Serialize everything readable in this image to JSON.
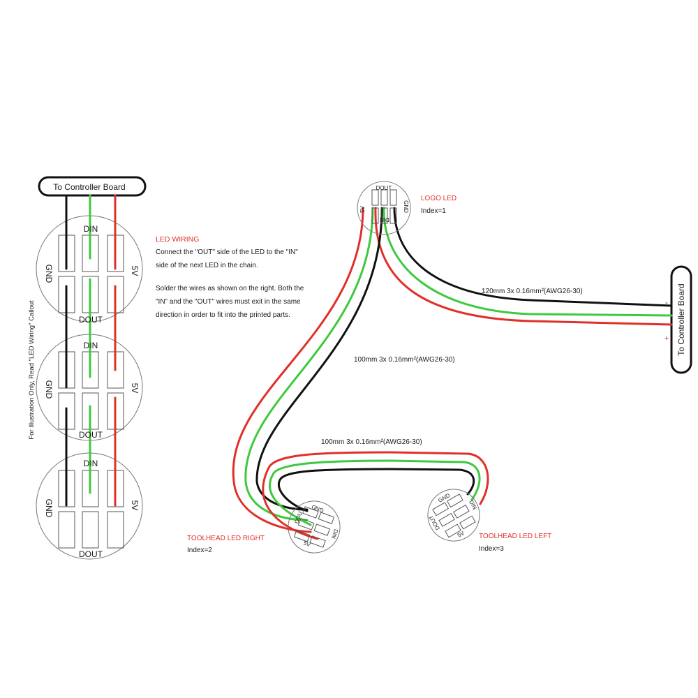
{
  "colors": {
    "wire_gnd": "#111111",
    "wire_data": "#3ec93e",
    "wire_5v": "#e0302a",
    "title_red": "#e0302a"
  },
  "left_diagram": {
    "controller_label": "To Controller Board",
    "side_note": "For Illustration Only, Read \"LED Wiring\" Callout",
    "pins": {
      "din": "DIN",
      "dout": "DOUT",
      "gnd": "GND",
      "v5": "5V"
    }
  },
  "led_wiring": {
    "title": "LED WIRING",
    "line1": "Connect the \"OUT\" side of the LED to the \"IN\"",
    "line2": "side of the next LED in the chain.",
    "line3": "Solder the wires as shown on the right. Both the",
    "line4": "\"IN\" and the \"OUT\" wires must exit in the same",
    "line5": "direction in order to fit into the printed parts."
  },
  "right_diagram": {
    "controller_label": "To Controller Board",
    "minus": "-",
    "plus": "+",
    "cable_120": "120mm 3x 0.16mm²(AWG26-30)",
    "cable_100a": "100mm 3x 0.16mm²(AWG26-30)",
    "cable_100b": "100mm 3x 0.16mm²(AWG26-30)",
    "logo": {
      "title": "LOGO LED",
      "index": "Index=1"
    },
    "right": {
      "title": "TOOLHEAD LED RIGHT",
      "index": "Index=2"
    },
    "left": {
      "title": "TOOLHEAD LED LEFT",
      "index": "Index=3"
    },
    "pins": {
      "din": "DIN",
      "dout": "DOUT",
      "gnd": "GND",
      "v5": "5V"
    }
  }
}
